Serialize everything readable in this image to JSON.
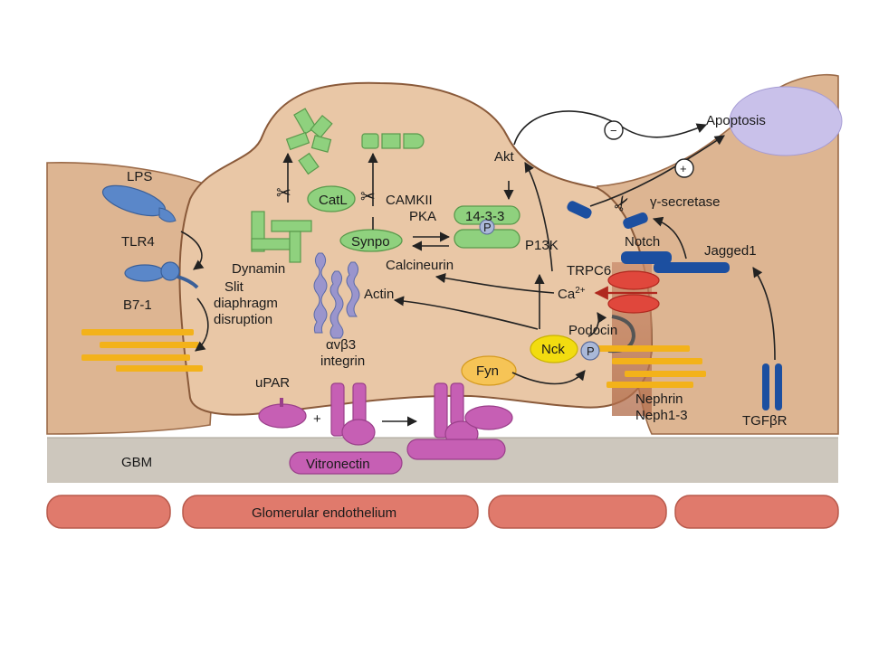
{
  "colors": {
    "background": "#ffffff",
    "gbm": "#cdc7bd",
    "endothelium": "#e07a6c",
    "podocyte_cytoplasm": "#e9c7a6",
    "podocyte_outline": "#8a5a3a",
    "neighbor_cell": "#ddb592",
    "green_protein": "#8fd17e",
    "blue_receptor": "#5a87c9",
    "navy_notch": "#1c4fa0",
    "purple_integrin": "#c65fb4",
    "yellow_nephrin": "#f3b21a",
    "red_trpc6": "#e0473c",
    "fyn_orange": "#f6c456",
    "nck_yellow": "#f2dc10",
    "apoptosis_lavender": "#c9c1ea"
  },
  "labels": {
    "lps": "LPS",
    "tlr4": "TLR4",
    "b71": "B7-1",
    "slit1": "Slit",
    "slit2": "diaphragm",
    "slit3": "disruption",
    "dynamin": "Dynamin",
    "catl": "CatL",
    "camkii": "CAMKII",
    "pka": "PKA",
    "synpo": "Synpo",
    "p1433": "14-3-3",
    "calcineurin": "Calcineurin",
    "actin": "Actin",
    "akt": "Akt",
    "pi3k": "P13K",
    "apoptosis": "Apoptosis",
    "minus": "−",
    "plus": "+",
    "gamma": "γ-secretase",
    "notch": "Notch",
    "jagged": "Jagged1",
    "trpc6": "TRPC6",
    "ca_base": "Ca",
    "ca_sup": "2+",
    "podocin": "Podocin",
    "nck": "Nck",
    "fyn": "Fyn",
    "phospho": "P",
    "nephrin": "Nephrin",
    "neph13": "Neph1-3",
    "tgfbr": "TGFβR",
    "avb3_1": "αvβ3",
    "avb3_2": "integrin",
    "upar": "uPAR",
    "plus_sign": "+",
    "vitronectin": "Vitronectin",
    "gbm": "GBM",
    "endothelium": "Glomerular endothelium"
  }
}
